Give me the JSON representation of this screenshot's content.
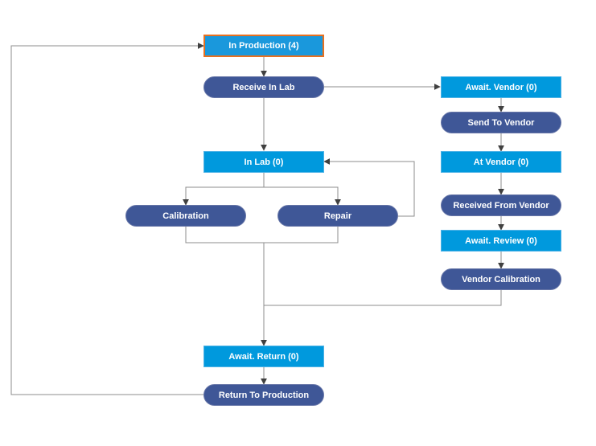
{
  "diagram": {
    "states": {
      "in_production": "In Production (4)",
      "in_lab": "In Lab (0)",
      "await_vendor": "Await. Vendor (0)",
      "at_vendor": "At Vendor (0)",
      "await_review": "Await. Review (0)",
      "await_return": "Await. Return (0)"
    },
    "actions": {
      "receive_in_lab": "Receive In Lab",
      "calibration": "Calibration",
      "repair": "Repair",
      "send_to_vendor": "Send To Vendor",
      "received_from_vendor": "Received From Vendor",
      "vendor_calibration": "Vendor Calibration",
      "return_to_production": "Return To Production"
    },
    "colors": {
      "state_fill": "#0099dd",
      "action_fill": "#3f5797",
      "selected_border": "#e8701f",
      "connector": "#8c8c8c",
      "arrowhead": "#404040"
    }
  }
}
